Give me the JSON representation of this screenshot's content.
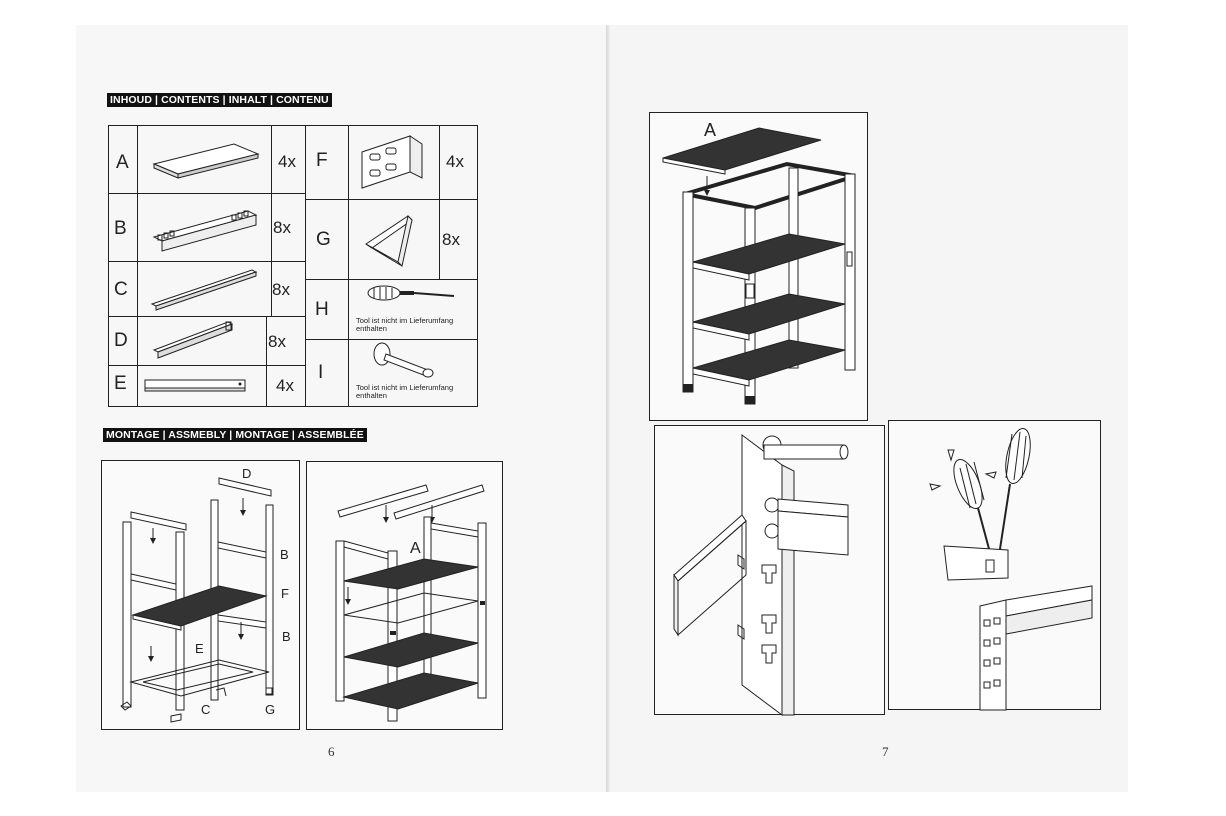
{
  "left_page": {
    "contents_heading": "INHOUD | CONTENTS | INHALT | CONTENU",
    "parts": [
      {
        "letter": "A",
        "qty": "4x",
        "icon": "shelf-board-icon"
      },
      {
        "letter": "B",
        "qty": "8x",
        "icon": "long-beam-icon"
      },
      {
        "letter": "C",
        "qty": "8x",
        "icon": "side-beam-icon"
      },
      {
        "letter": "D",
        "qty": "8x",
        "icon": "short-beam-icon"
      },
      {
        "letter": "E",
        "qty": "4x",
        "icon": "support-bar-icon"
      },
      {
        "letter": "F",
        "qty": "4x",
        "icon": "corner-bracket-icon"
      },
      {
        "letter": "G",
        "qty": "8x",
        "icon": "triangle-foot-icon"
      },
      {
        "letter": "H",
        "qty": "",
        "icon": "screwdriver-icon",
        "note": "Tool ist nicht im Lieferumfang enthalten"
      },
      {
        "letter": "I",
        "qty": "",
        "icon": "mallet-icon",
        "note": "Tool ist nicht im Lieferumfang enthalten"
      }
    ],
    "assembly_heading": "MONTAGE | ASSMEBLY | MONTAGE | ASSEMBLÉE",
    "figure1_labels": {
      "d": "D",
      "b1": "B",
      "f": "F",
      "b2": "B",
      "e": "E",
      "c": "C",
      "g": "G"
    },
    "figure2_labels": {
      "a": "A"
    },
    "page_number": "6"
  },
  "right_page": {
    "figure_top_label": "A",
    "page_number": "7"
  }
}
